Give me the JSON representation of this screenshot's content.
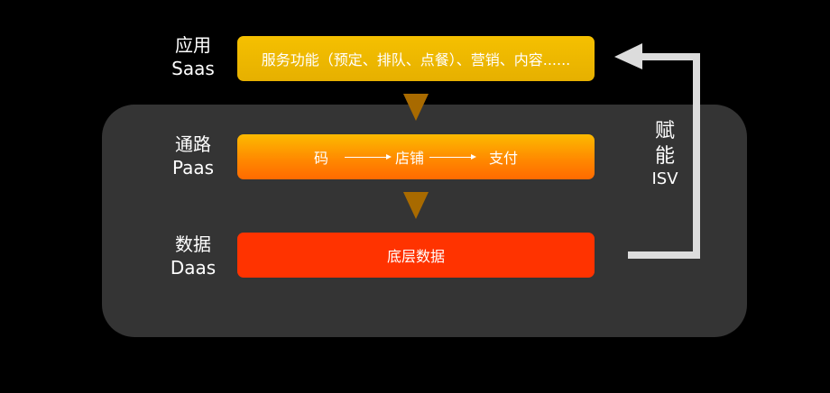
{
  "layers": [
    {
      "name_cn": "应用",
      "name_en": "Saas",
      "content": "服务功能（预定、排队、点餐）、营销、内容......"
    },
    {
      "name_cn": "通路",
      "name_en": "Paas",
      "flow": [
        "码",
        "店铺",
        "支付"
      ]
    },
    {
      "name_cn": "数据",
      "name_en": "Daas",
      "content": "底层数据"
    }
  ],
  "feedback": {
    "line1": "赋",
    "line2": "能",
    "line3": "ISV"
  },
  "colors": {
    "saas": "#f0bc00",
    "paas": "#ff8a00",
    "daas": "#ff3300",
    "panel": "#343434",
    "arrow": "#dcdcdc"
  }
}
